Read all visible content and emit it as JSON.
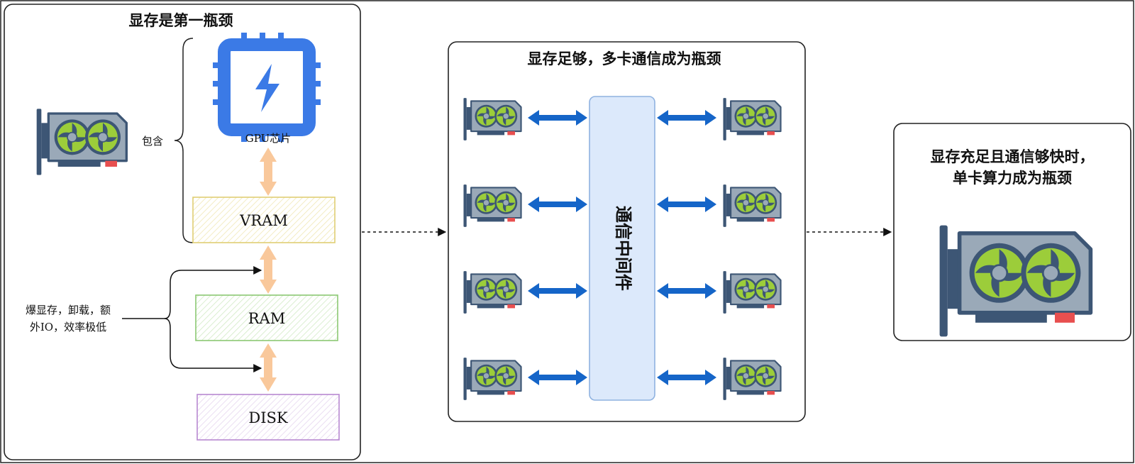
{
  "panel1": {
    "title": "显存是第一瓶颈",
    "contains_label": "包含",
    "gpu_chip_label": "GPU芯片",
    "vram_label": "VRAM",
    "ram_label": "RAM",
    "disk_label": "DISK",
    "overflow_label_line1": "爆显存，卸载，额",
    "overflow_label_line2": "外IO，效率极低"
  },
  "panel2": {
    "title": "显存足够，多卡通信成为瓶颈",
    "middleware_label": "通信中间件"
  },
  "panel3": {
    "title_line1": "显存充足且通信够快时，",
    "title_line2": "单卡算力成为瓶颈"
  },
  "colors": {
    "chip_blue": "#3b7ae6",
    "double_arrow_peach": "#f9c89b",
    "comm_arrow_blue": "#1565c8",
    "middleware_fill": "#dce9fb",
    "middleware_stroke": "#8fb2e0",
    "vram_stroke": "#e0cf74",
    "ram_stroke": "#8cc873",
    "disk_stroke": "#b889d1",
    "gpu_body": "#9aa9b8",
    "gpu_dark": "#3d5675",
    "fan_green": "#9ccd3a",
    "gpu_red": "#e84f4f"
  },
  "icons": {
    "gpu_card": "gpu-card-icon",
    "chip": "cpu-chip-lightning-icon"
  }
}
